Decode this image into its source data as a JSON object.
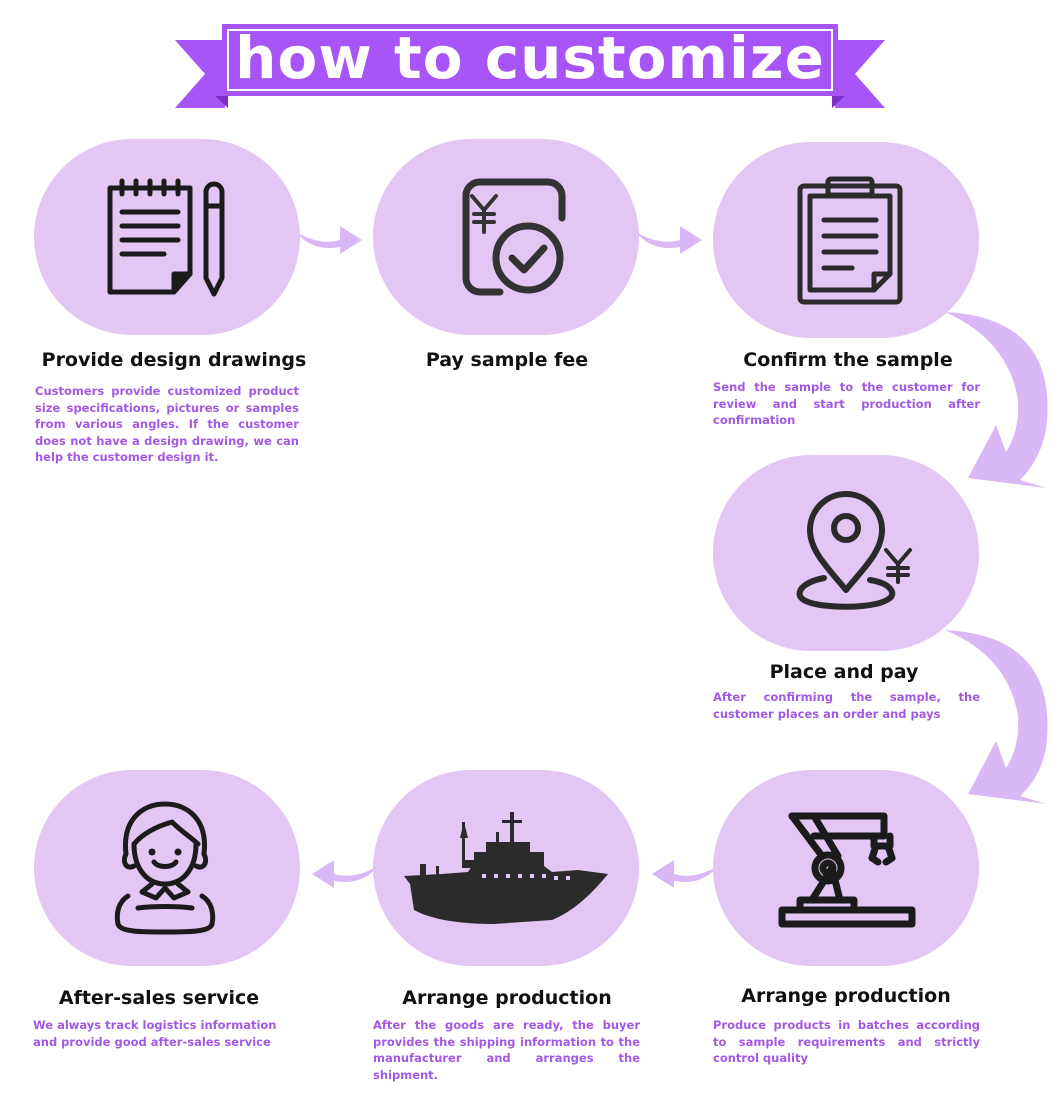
{
  "banner": {
    "title": "how to customize"
  },
  "colors": {
    "accent": "#a855f7",
    "blob": "#e2c6f4",
    "arrow": "#d9b8f5",
    "desc_text": "#a259e4",
    "title_text": "#111111"
  },
  "steps": [
    {
      "title": "Provide design drawings",
      "icon": "notepad-pencil-icon",
      "desc": "Customers provide customized product size specifications, pictures or samples from various angles. If the customer does not have a design drawing, we can help the customer design it."
    },
    {
      "title": "Pay sample fee",
      "icon": "yen-payment-check-icon",
      "desc": ""
    },
    {
      "title": "Confirm the sample",
      "icon": "clipboard-icon",
      "desc": "Send the sample to the customer for review and start production after confirmation"
    },
    {
      "title": "Place and pay",
      "icon": "location-pin-yen-icon",
      "desc": "After confirming the sample, the customer places an order and pays"
    },
    {
      "title": "Arrange production",
      "icon": "robot-arm-icon",
      "desc": "Produce products in batches according to sample requirements and strictly control quality"
    },
    {
      "title": "Arrange production",
      "icon": "cargo-ship-icon",
      "desc": "After the goods are ready, the buyer provides the shipping information to the manufacturer and arranges the shipment."
    },
    {
      "title": "After-sales service",
      "icon": "customer-service-person-icon",
      "desc": "We always track logistics information and provide good after-sales service"
    }
  ]
}
